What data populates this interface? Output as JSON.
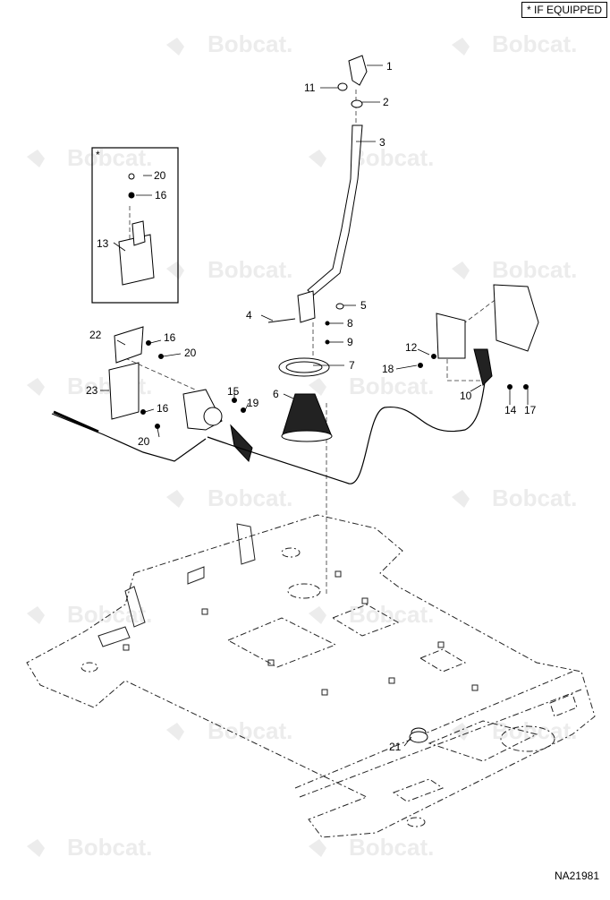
{
  "header": {
    "optional_marker": "*",
    "optional_label": "IF EQUIPPED"
  },
  "watermark": {
    "text": "Bobcat."
  },
  "inset": {
    "marker": "*"
  },
  "callouts": [
    "1",
    "2",
    "3",
    "4",
    "5",
    "6",
    "7",
    "8",
    "9",
    "10",
    "11",
    "12",
    "13",
    "14",
    "15",
    "16",
    "17",
    "18",
    "19",
    "20",
    "21",
    "22",
    "23"
  ],
  "document_id": "NA21981"
}
